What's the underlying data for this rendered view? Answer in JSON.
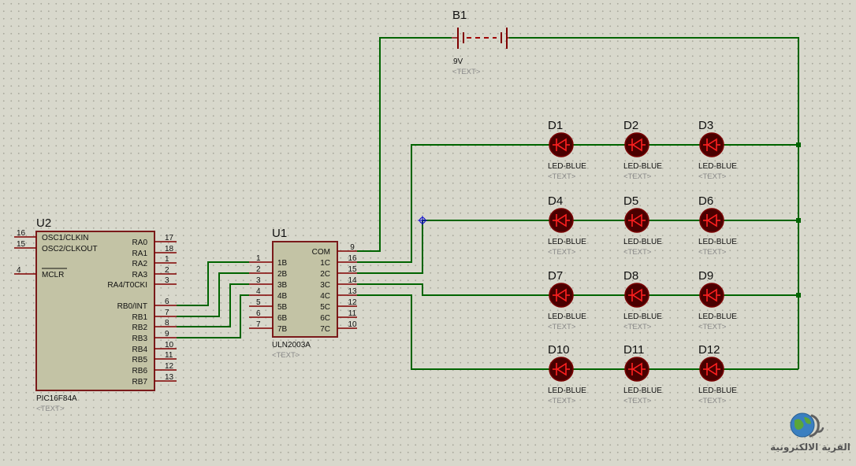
{
  "battery": {
    "ref": "B1",
    "value": "9V",
    "text": "<TEXT>"
  },
  "u2": {
    "ref": "U2",
    "part": "PIC16F84A",
    "text": "<TEXT>",
    "left_pins": [
      {
        "num": "16",
        "label": "OSC1/CLKIN"
      },
      {
        "num": "15",
        "label": "OSC2/CLKOUT"
      },
      {
        "num": "4",
        "label": "MCLR"
      }
    ],
    "right_pins": [
      {
        "num": "17",
        "label": "RA0"
      },
      {
        "num": "18",
        "label": "RA1"
      },
      {
        "num": "1",
        "label": "RA2"
      },
      {
        "num": "2",
        "label": "RA3"
      },
      {
        "num": "3",
        "label": "RA4/T0CKI"
      },
      {
        "num": "6",
        "label": "RB0/INT"
      },
      {
        "num": "7",
        "label": "RB1"
      },
      {
        "num": "8",
        "label": "RB2"
      },
      {
        "num": "9",
        "label": "RB3"
      },
      {
        "num": "10",
        "label": "RB4"
      },
      {
        "num": "11",
        "label": "RB5"
      },
      {
        "num": "12",
        "label": "RB6"
      },
      {
        "num": "13",
        "label": "RB7"
      }
    ]
  },
  "u1": {
    "ref": "U1",
    "part": "ULN2003A",
    "text": "<TEXT>",
    "left_pins": [
      {
        "num": "1",
        "label": "1B"
      },
      {
        "num": "2",
        "label": "2B"
      },
      {
        "num": "3",
        "label": "3B"
      },
      {
        "num": "4",
        "label": "4B"
      },
      {
        "num": "5",
        "label": "5B"
      },
      {
        "num": "6",
        "label": "6B"
      },
      {
        "num": "7",
        "label": "7B"
      }
    ],
    "right_pins": [
      {
        "num": "9",
        "label": "COM"
      },
      {
        "num": "16",
        "label": "1C"
      },
      {
        "num": "15",
        "label": "2C"
      },
      {
        "num": "14",
        "label": "3C"
      },
      {
        "num": "13",
        "label": "4C"
      },
      {
        "num": "12",
        "label": "5C"
      },
      {
        "num": "11",
        "label": "6C"
      },
      {
        "num": "10",
        "label": "7C"
      }
    ]
  },
  "leds": [
    {
      "ref": "D1",
      "part": "LED-BLUE",
      "text": "<TEXT>"
    },
    {
      "ref": "D2",
      "part": "LED-BLUE",
      "text": "<TEXT>"
    },
    {
      "ref": "D3",
      "part": "LED-BLUE",
      "text": "<TEXT>"
    },
    {
      "ref": "D4",
      "part": "LED-BLUE",
      "text": "<TEXT>"
    },
    {
      "ref": "D5",
      "part": "LED-BLUE",
      "text": "<TEXT>"
    },
    {
      "ref": "D6",
      "part": "LED-BLUE",
      "text": "<TEXT>"
    },
    {
      "ref": "D7",
      "part": "LED-BLUE",
      "text": "<TEXT>"
    },
    {
      "ref": "D8",
      "part": "LED-BLUE",
      "text": "<TEXT>"
    },
    {
      "ref": "D9",
      "part": "LED-BLUE",
      "text": "<TEXT>"
    },
    {
      "ref": "D10",
      "part": "LED-BLUE",
      "text": "<TEXT>"
    },
    {
      "ref": "D11",
      "part": "LED-BLUE",
      "text": "<TEXT>"
    },
    {
      "ref": "D12",
      "part": "LED-BLUE",
      "text": "<TEXT>"
    }
  ],
  "watermark": {
    "text": "القرية الالكترونية",
    "icon": "globe-logo-icon"
  },
  "colors": {
    "wire": "#006400",
    "pin": "#800000",
    "chip_fill": "#c3c3a5",
    "led": "#ff2020",
    "background": "#d8d8cc"
  }
}
